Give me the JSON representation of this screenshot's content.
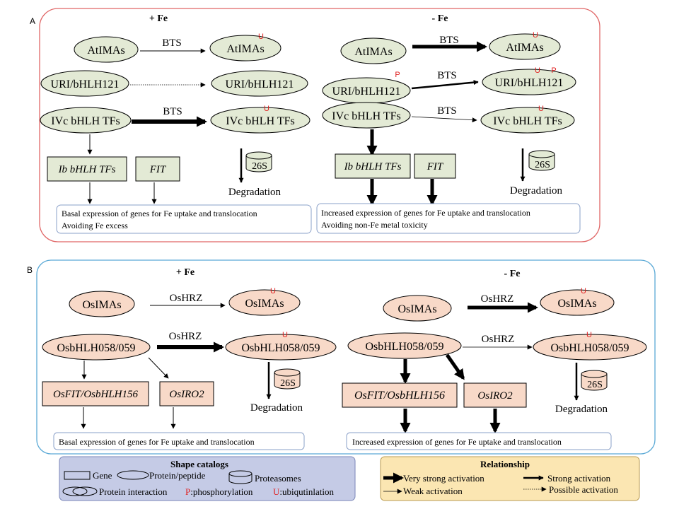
{
  "colors": {
    "panel_a_border": "#e06666",
    "panel_b_border": "#5aa9d6",
    "green_fill": "#e3ead5",
    "salmon_fill": "#f8d9c8",
    "legend_shape_bg": "#c5cbe6",
    "legend_rel_bg": "#fbe6b2",
    "modification_red": "#e02020",
    "note_box_border": "#8aa0c8"
  },
  "panel_a": {
    "label": "A",
    "plus_fe": {
      "title": "+ Fe",
      "atimas": "AtIMAs",
      "atimas_target": "AtIMAs",
      "bts_1": "BTS",
      "uri": "URI/bHLH121",
      "uri_target": "URI/bHLH121",
      "ivc": "IVc bHLH TFs",
      "ivc_target": "IVc bHLH TFs",
      "bts_2": "BTS",
      "ib": "Ib bHLH TFs",
      "fit": "FIT",
      "proteasome": "26S",
      "degradation": "Degradation",
      "note_line1": "Basal expression of genes for Fe uptake and translocation",
      "note_line2": "Avoiding  Fe excess"
    },
    "minus_fe": {
      "title": "- Fe",
      "atimas": "AtIMAs",
      "atimas_target": "AtIMAs",
      "bts_1": "BTS",
      "uri": "URI/bHLH121",
      "uri_target": "URI/bHLH121",
      "bts_2": "BTS",
      "ivc": "IVc bHLH TFs",
      "ivc_target": "IVc bHLH TFs",
      "bts_3": "BTS",
      "ib": "Ib bHLH TFs",
      "fit": "FIT",
      "proteasome": "26S",
      "degradation": "Degradation",
      "note_line1": "Increased expression of genes for  Fe uptake and translocation",
      "note_line2": "Avoiding   non-Fe metal toxicity"
    },
    "mod_u": "U",
    "mod_p": "P"
  },
  "panel_b": {
    "label": "B",
    "plus_fe": {
      "title": "+ Fe",
      "osimas": "OsIMAs",
      "osimas_target": "OsIMAs",
      "oshrz_1": "OsHRZ",
      "osbhlh": "OsbHLH058/059",
      "osbhlh_target": "OsbHLH058/059",
      "oshrz_2": "OsHRZ",
      "osfit": "OsFIT/OsbHLH156",
      "osiro2": "OsIRO2",
      "proteasome": "26S",
      "degradation": "Degradation",
      "note": "Basal expression of genes for Fe uptake and translocation"
    },
    "minus_fe": {
      "title": "- Fe",
      "osimas": "OsIMAs",
      "osimas_target": "OsIMAs",
      "oshrz_1": "OsHRZ",
      "osbhlh": "OsbHLH058/059",
      "osbhlh_target": "OsbHLH058/059",
      "oshrz_2": "OsHRZ",
      "osfit": "OsFIT/OsbHLH156",
      "osiro2": "OsIRO2",
      "proteasome": "26S",
      "degradation": "Degradation",
      "note": "Increased expression of genes for  Fe uptake and translocation"
    },
    "mod_u": "U"
  },
  "legend_shapes": {
    "title": "Shape catalogs",
    "gene": "Gene",
    "protein": "Protein/peptide",
    "proteasomes": "Proteasomes",
    "interaction": "Protein interaction",
    "p_letter": "P",
    "p_text": ":phosphorylation",
    "u_letter": "U",
    "u_text": ":ubiqutinlation"
  },
  "legend_relationship": {
    "title": "Relationship",
    "very_strong": "Very strong activation",
    "strong": "Strong activation",
    "weak": "Weak activation",
    "possible": "Possible activation"
  }
}
